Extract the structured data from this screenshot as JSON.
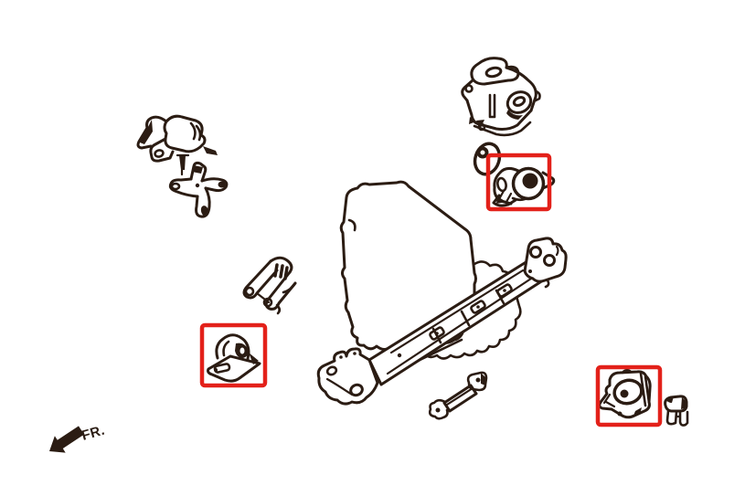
{
  "colors": {
    "background": "#ffffff",
    "line": "#2b1c13",
    "highlight": "#e3211a"
  },
  "labels": {
    "front_direction": "FR."
  },
  "diagram": {
    "type": "exploded-parts-diagram",
    "subject": "engine mounting components with front crossmember",
    "highlight_count": 3,
    "parts": [
      {
        "name": "left-upper-engine-mount",
        "highlighted": false
      },
      {
        "name": "mount-support-cross-bracket",
        "highlighted": false
      },
      {
        "name": "upper-torque-mount-bracket",
        "highlighted": false
      },
      {
        "name": "washer-plate",
        "highlighted": false
      },
      {
        "name": "upper-engine-mount",
        "highlighted": true
      },
      {
        "name": "engine-block-outline",
        "highlighted": false
      },
      {
        "name": "front-mount-clevis-bracket",
        "highlighted": false
      },
      {
        "name": "front-engine-mount",
        "highlighted": true
      },
      {
        "name": "front-crossmember",
        "highlighted": false
      },
      {
        "name": "crossmember-link",
        "highlighted": false
      },
      {
        "name": "rear-engine-mount",
        "highlighted": true
      },
      {
        "name": "mount-stopper",
        "highlighted": false
      }
    ]
  }
}
